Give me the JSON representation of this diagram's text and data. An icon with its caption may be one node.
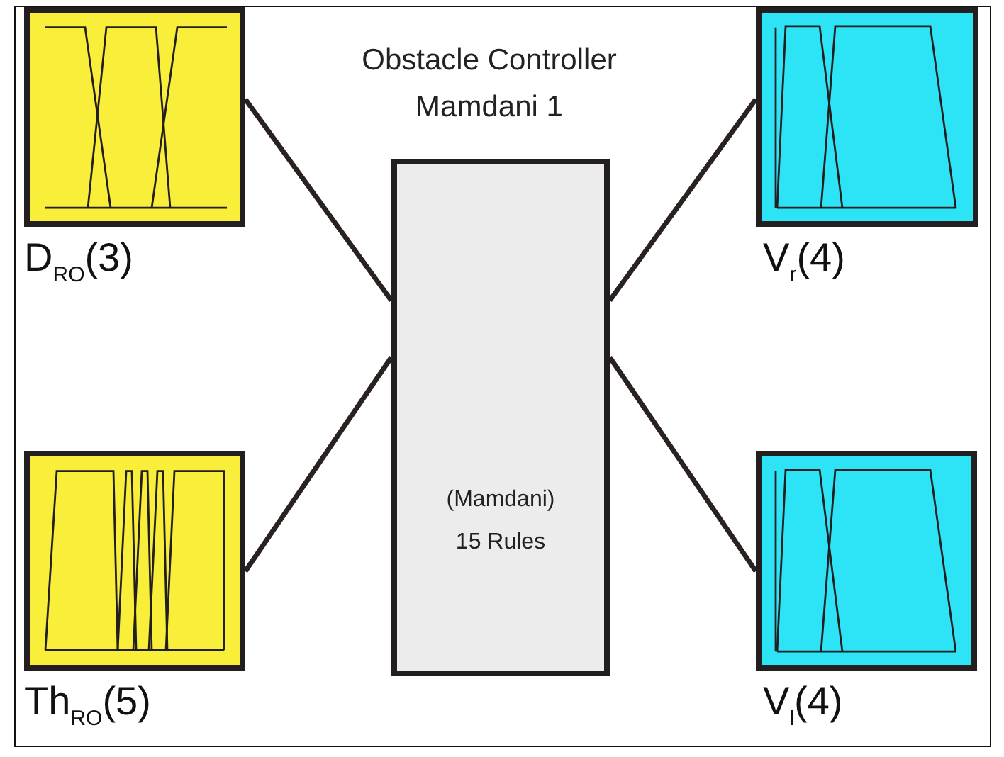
{
  "diagram": {
    "title": "Obstacle Controller Mamdani 1",
    "nodes": [
      {
        "text": [
          "D$_{RO}$(3)"
        ]
      },
      {
        "text": [
          "Th$_{RO}$(5)"
        ]
      },
      {
        "text": [
          "(Mamdani) 15 Rules"
        ]
      },
      {
        "text": [
          "V$_{r}$(4)"
        ]
      },
      {
        "text": [
          "V$_{l}$(4)"
        ]
      }
    ],
    "edges": [
      {
        "from": 0,
        "to": 2,
        "arrow": "none"
      },
      {
        "from": 1,
        "to": 2,
        "arrow": "none"
      },
      {
        "from": 2,
        "to": 3,
        "arrow": "none"
      },
      {
        "from": 2,
        "to": 4,
        "arrow": "none"
      }
    ]
  }
}
